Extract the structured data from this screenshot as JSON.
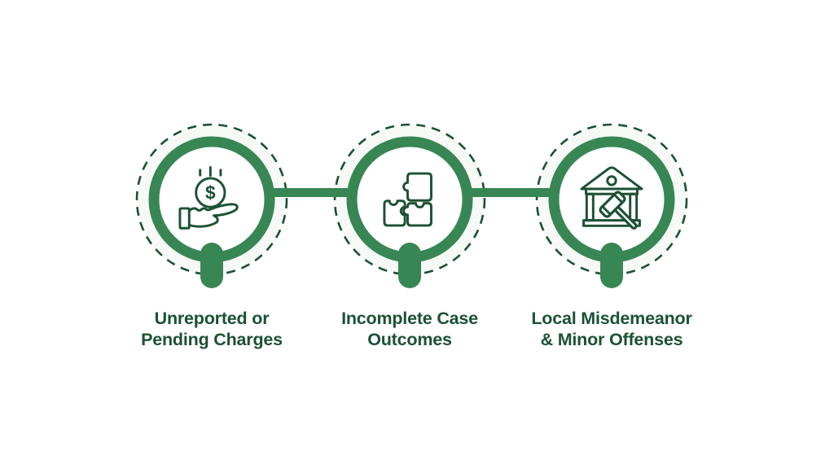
{
  "colors": {
    "accent_green": "#398655",
    "dark_green": "#1C5134",
    "dashed_ring_tint": "#F6F9F6",
    "background": "#FFFFFF"
  },
  "nodes": [
    {
      "id": "unreported-pending-charges",
      "icon": "hand-coin-icon",
      "coin_symbol": "$",
      "label_line1": "Unreported or",
      "label_line2": "Pending Charges"
    },
    {
      "id": "incomplete-case-outcomes",
      "icon": "puzzle-icon",
      "label_line1": "Incomplete Case",
      "label_line2": "Outcomes"
    },
    {
      "id": "local-misdemeanor-minor-offenses",
      "icon": "courthouse-gavel-icon",
      "label_line1": "Local Misdemeanor",
      "label_line2": "& Minor Offenses"
    }
  ]
}
